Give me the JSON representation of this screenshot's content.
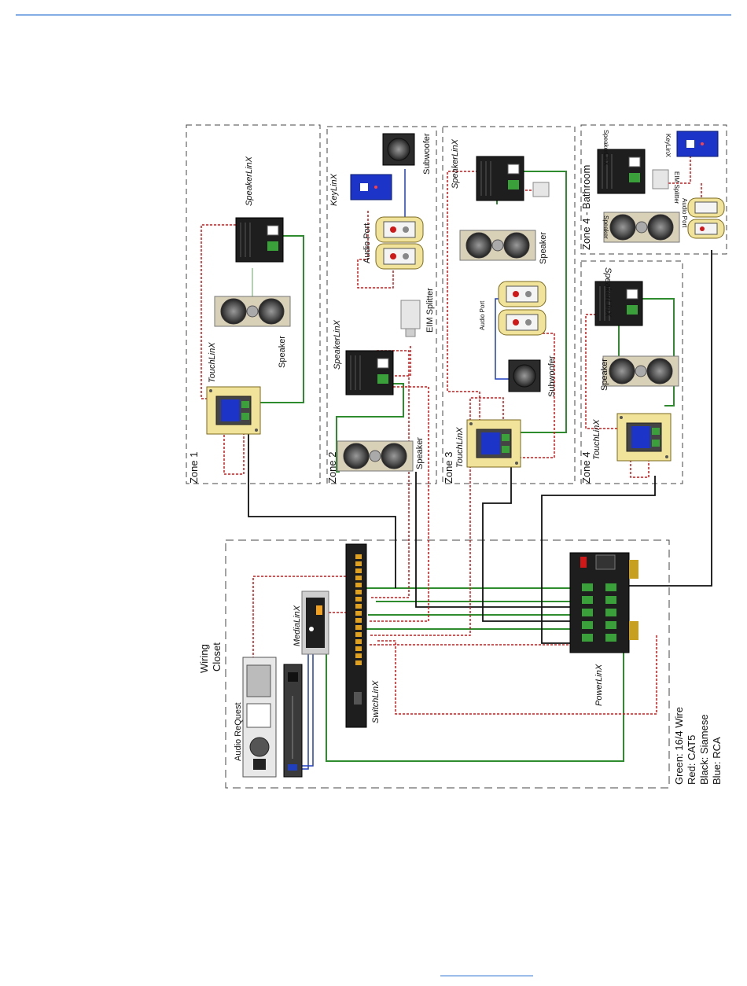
{
  "colors": {
    "header_rule": "#3a7bd5",
    "footer_rule": "#3a7bd5",
    "green_wire": "#2e8b2e",
    "red_wire": "#d01818",
    "black_wire": "#111111",
    "blue_wire": "#1f3fbf",
    "plate_yellow": "#f1e49a",
    "keypad_blue": "#1c35c8",
    "device_dark": "#1e1e1e"
  },
  "zones": {
    "zone1": "Zone 1",
    "zone2": "Zone 2",
    "zone3": "Zone 3",
    "zone4": "Zone 4",
    "zone4_bath": "Zone 4 - Bathroom"
  },
  "labels": {
    "touchlinx": "TouchLinX",
    "speakerlinx": "SpeakerLinX",
    "speaker": "Speaker",
    "subwoofer": "Subwoofer",
    "keylinx": "KeyLinX",
    "audio_port": "Audio Port",
    "eim_splitter": "EIM Splitter",
    "wiring_closet_1": "Wiring",
    "wiring_closet_2": "Closet",
    "medialinx": "MediaLinX",
    "audio_request": "Audio ReQuest",
    "switchlinx": "SwitchLinX",
    "powerlinx": "PowerLinX"
  },
  "legend": {
    "green": "Green: 16/4 Wire",
    "red": "Red: CAT5",
    "black": "Black: Siamese",
    "blue": "Blue: RCA"
  }
}
